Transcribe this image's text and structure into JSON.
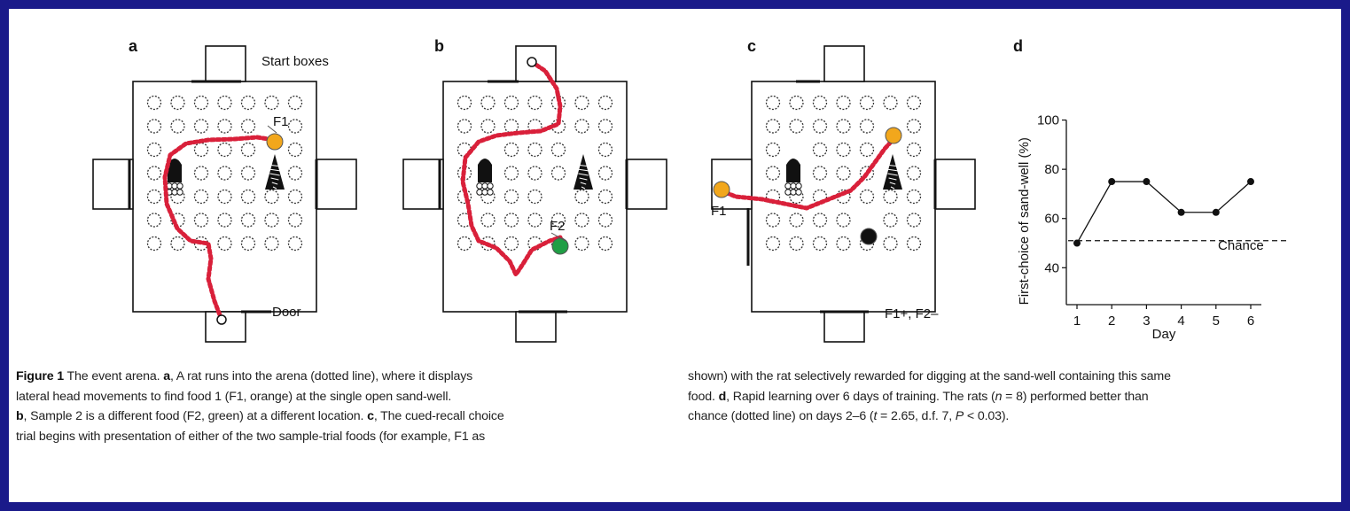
{
  "panels": {
    "a": {
      "letter": "a",
      "start_label": "Start boxes",
      "door_label": "Door",
      "food_label": "F1"
    },
    "b": {
      "letter": "b",
      "food_label": "F2"
    },
    "c": {
      "letter": "c",
      "food_label": "F1",
      "result_label": "F1+, F2–"
    },
    "d": {
      "letter": "d"
    }
  },
  "colors": {
    "background_border": "#1a1a8a",
    "path": "#d9203a",
    "food1": "#f2a71c",
    "food2": "#1f9e45",
    "closed_well": "#111111"
  },
  "chart_data": {
    "type": "line",
    "title": "",
    "xlabel": "Day",
    "ylabel": "First-choice of sand-well (%)",
    "x": [
      1,
      2,
      3,
      4,
      5,
      6
    ],
    "series": [
      {
        "values": [
          50,
          75,
          75,
          62.5,
          62.5,
          75
        ]
      }
    ],
    "xticks": [
      1,
      2,
      3,
      4,
      5,
      6
    ],
    "yticks": [
      40,
      60,
      80,
      100
    ],
    "ylim": [
      25,
      102
    ],
    "reference_line": {
      "y": 51,
      "label": "Chance",
      "style": "dashed"
    },
    "grid": false
  },
  "caption": {
    "left_lines": [
      [
        {
          "b": "Figure 1"
        },
        {
          "t": " The event arena. "
        },
        {
          "b": "a"
        },
        {
          "t": ", A rat runs into the arena (dotted line), where it displays"
        }
      ],
      [
        {
          "t": "lateral head movements to find food 1 (F1, orange) at the single open sand-well."
        }
      ],
      [
        {
          "b": "b"
        },
        {
          "t": ", Sample 2 is a different food (F2, green) at a different location. "
        },
        {
          "b": "c"
        },
        {
          "t": ", The cued-recall choice"
        }
      ],
      [
        {
          "t": "trial begins with presentation of either of the two sample-trial foods (for example, F1 as"
        }
      ]
    ],
    "right_lines": [
      [
        {
          "t": "shown) with the rat selectively rewarded for digging at the sand-well containing this same"
        }
      ],
      [
        {
          "t": "food. "
        },
        {
          "b": "d"
        },
        {
          "t": ", Rapid learning over 6 days of training. The rats ("
        },
        {
          "i": "n"
        },
        {
          "t": " = 8) performed better than"
        }
      ],
      [
        {
          "t": "chance (dotted line) on days 2–6 ("
        },
        {
          "i": "t"
        },
        {
          "t": " = 2.65, d.f. 7, "
        },
        {
          "i": "P"
        },
        {
          "t": " < 0.03)."
        }
      ]
    ]
  }
}
